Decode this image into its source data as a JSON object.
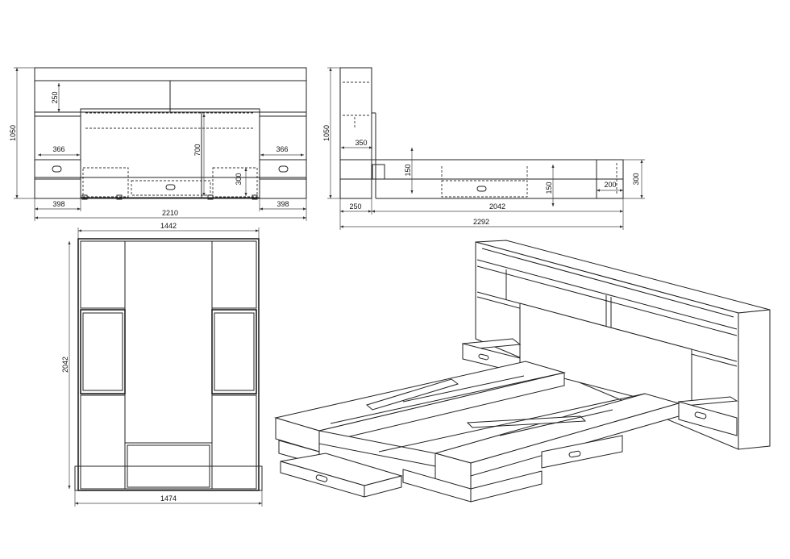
{
  "front_view": {
    "overall_height": "1050",
    "shelf_height": "250",
    "drawer_width": "366",
    "headboard_height": "700",
    "drawer_inner_height": "300",
    "side_width": "398",
    "overall_width": "2210"
  },
  "side_view": {
    "overall_height": "1050",
    "depth": "350",
    "rail_height": "150",
    "under_bed_height": "150",
    "side_table_depth": "200",
    "frame_height": "300",
    "head_offset": "250",
    "bed_length": "2042",
    "overall_length": "2292"
  },
  "top_view": {
    "top_width": "1442",
    "length": "2042",
    "bottom_width": "1474"
  }
}
